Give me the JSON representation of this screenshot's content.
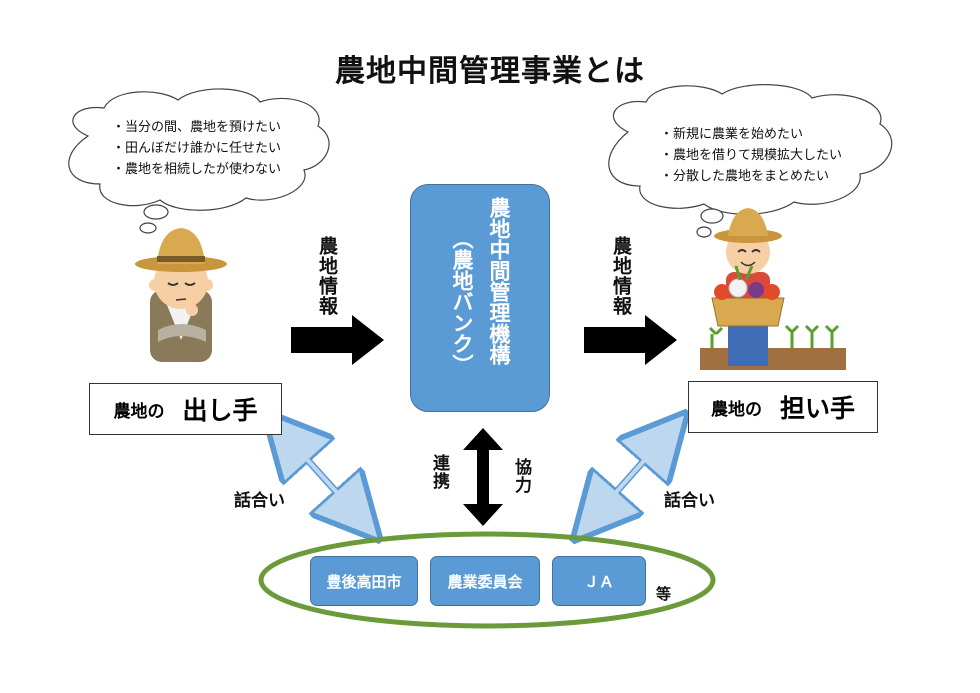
{
  "title": "農地中間管理事業とは",
  "left_thought": [
    "・当分の間、農地を預けたい",
    "・田んぼだけ誰かに任せたい",
    "・農地を相続したが使わない"
  ],
  "right_thought": [
    "・新規に農業を始めたい",
    "・農地を借りて規模拡大したい",
    "・分散した農地をまとめたい"
  ],
  "arrow_label_left": "農地情報",
  "arrow_label_right": "農地情報",
  "center": {
    "name": "農地中間管理機構",
    "nickname": "（農地バンク）"
  },
  "owner": {
    "prefix": "農地の",
    "main": "出し手"
  },
  "bearer": {
    "prefix": "農地の",
    "main": "担い手"
  },
  "link_left": "連携",
  "link_right": "協力",
  "talk_left": "話合い",
  "talk_right": "話合い",
  "partners": [
    "豊後高田市",
    "農業委員会",
    "ＪＡ"
  ],
  "partners_suffix": "等",
  "colors": {
    "box_blue": "#5b9bd5",
    "ellipse_green": "#6a9a3a",
    "light_arrow": "#bdd7ee"
  }
}
